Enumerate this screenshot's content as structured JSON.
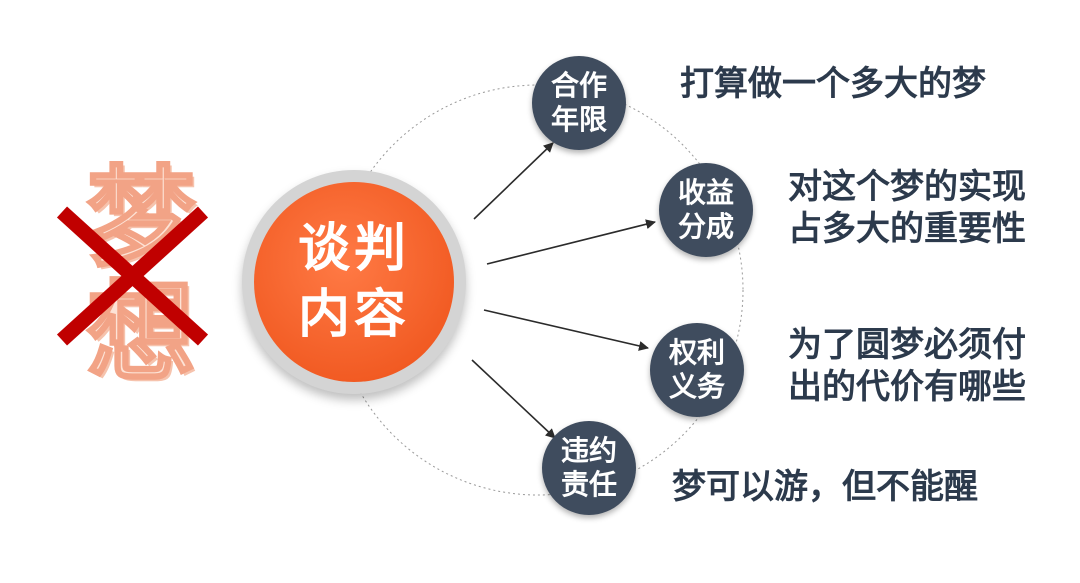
{
  "icons": {
    "cross": "red-x-cross-icon"
  },
  "colors": {
    "center_fill": "#f15a22",
    "node_fill": "#3f4c5e",
    "desc_text": "#2c3a4c",
    "cross": "#c00000",
    "dream_text": "#f2a386"
  },
  "dream_chars": [
    "梦",
    "想"
  ],
  "center": {
    "line1": "谈判",
    "line2": "内容"
  },
  "nodes": [
    {
      "line1": "合作",
      "line2": "年限",
      "desc": [
        "打算做一个多大的梦"
      ]
    },
    {
      "line1": "收益",
      "line2": "分成",
      "desc": [
        "对这个梦的实现",
        "占多大的重要性"
      ]
    },
    {
      "line1": "权利",
      "line2": "义务",
      "desc": [
        "为了圆梦必须付",
        "出的代价有哪些"
      ]
    },
    {
      "line1": "违约",
      "line2": "责任",
      "desc": [
        "梦可以游，但不能醒"
      ]
    }
  ]
}
